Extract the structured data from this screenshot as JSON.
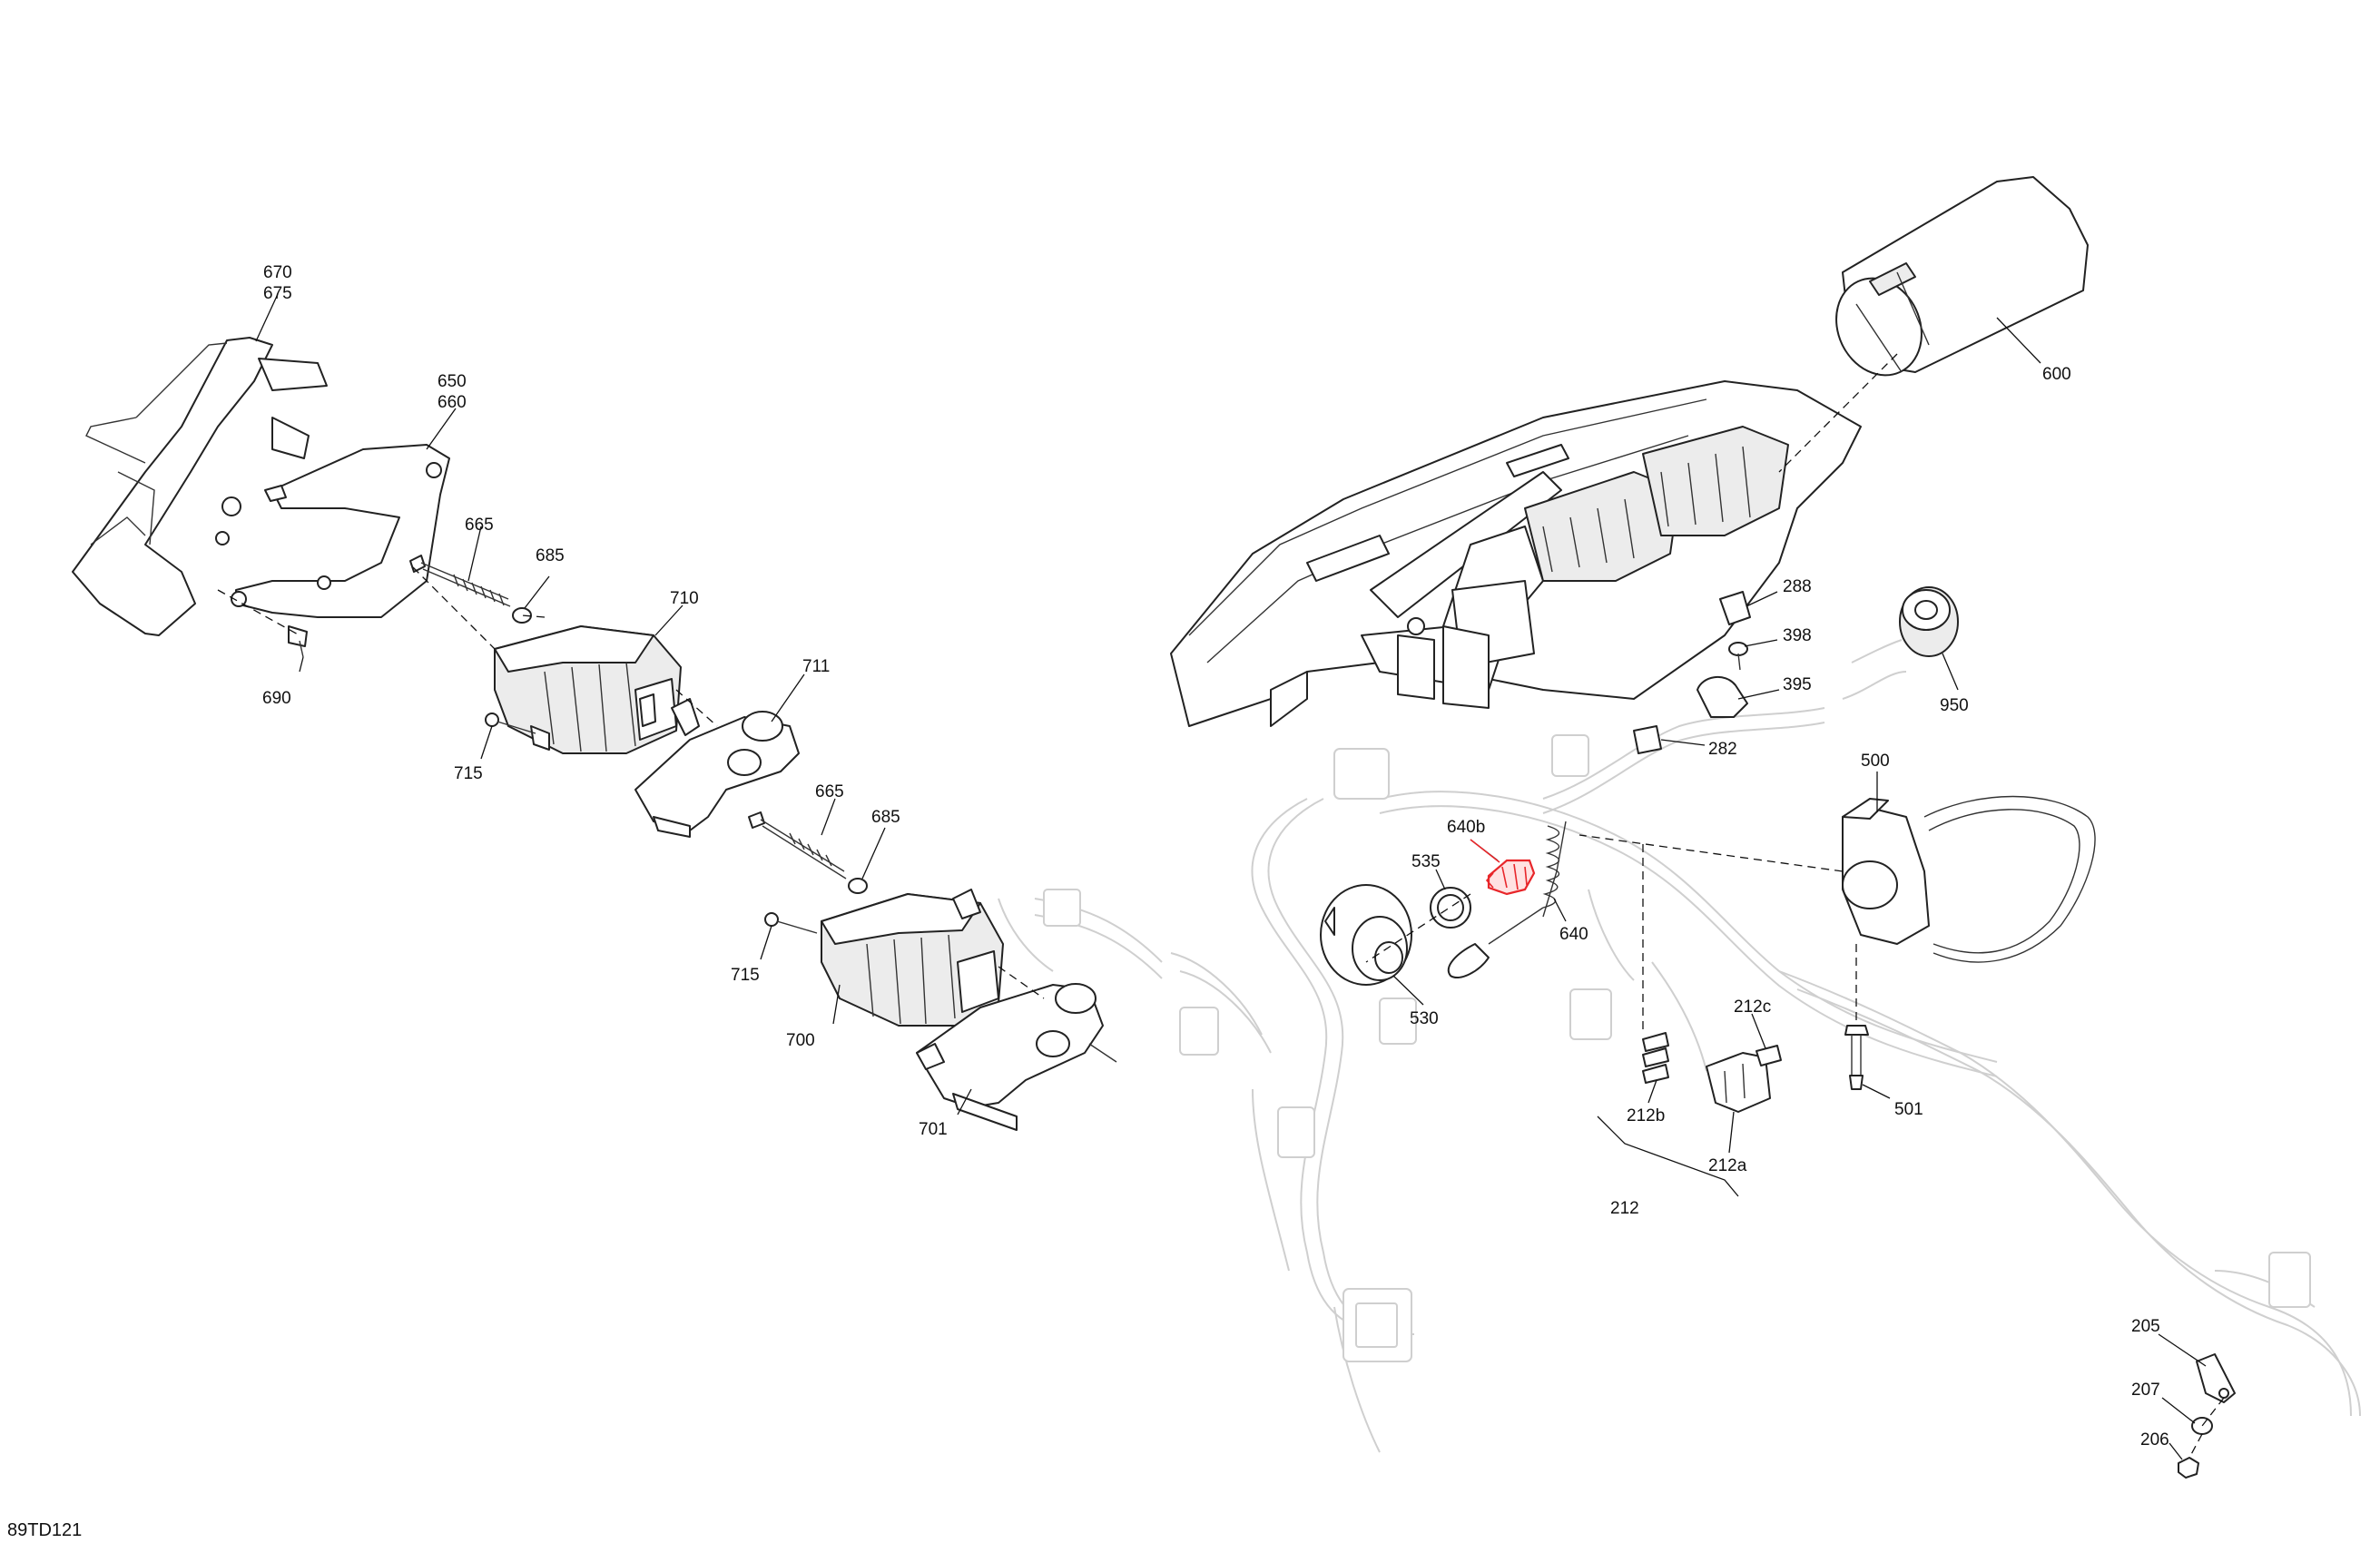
{
  "diagram_id": "89TD121",
  "labels": [
    {
      "id": "670",
      "text": "670"
    },
    {
      "id": "675",
      "text": "675"
    },
    {
      "id": "650",
      "text": "650"
    },
    {
      "id": "660",
      "text": "660"
    },
    {
      "id": "665a",
      "text": "665"
    },
    {
      "id": "685a",
      "text": "685"
    },
    {
      "id": "710",
      "text": "710"
    },
    {
      "id": "690",
      "text": "690"
    },
    {
      "id": "711",
      "text": "711"
    },
    {
      "id": "715a",
      "text": "715"
    },
    {
      "id": "665b",
      "text": "665"
    },
    {
      "id": "685b",
      "text": "685"
    },
    {
      "id": "715b",
      "text": "715"
    },
    {
      "id": "700",
      "text": "700"
    },
    {
      "id": "701",
      "text": "701"
    },
    {
      "id": "600",
      "text": "600"
    },
    {
      "id": "288",
      "text": "288"
    },
    {
      "id": "398",
      "text": "398"
    },
    {
      "id": "395",
      "text": "395"
    },
    {
      "id": "950",
      "text": "950"
    },
    {
      "id": "282",
      "text": "282"
    },
    {
      "id": "500",
      "text": "500"
    },
    {
      "id": "640b",
      "text": "640b"
    },
    {
      "id": "535",
      "text": "535"
    },
    {
      "id": "640",
      "text": "640"
    },
    {
      "id": "530",
      "text": "530"
    },
    {
      "id": "212c",
      "text": "212c"
    },
    {
      "id": "212b",
      "text": "212b"
    },
    {
      "id": "212a",
      "text": "212a"
    },
    {
      "id": "212",
      "text": "212"
    },
    {
      "id": "501",
      "text": "501"
    },
    {
      "id": "205",
      "text": "205"
    },
    {
      "id": "207",
      "text": "207"
    },
    {
      "id": "206",
      "text": "206"
    }
  ],
  "highlight": {
    "part": "640b",
    "color": "#e8262a"
  }
}
